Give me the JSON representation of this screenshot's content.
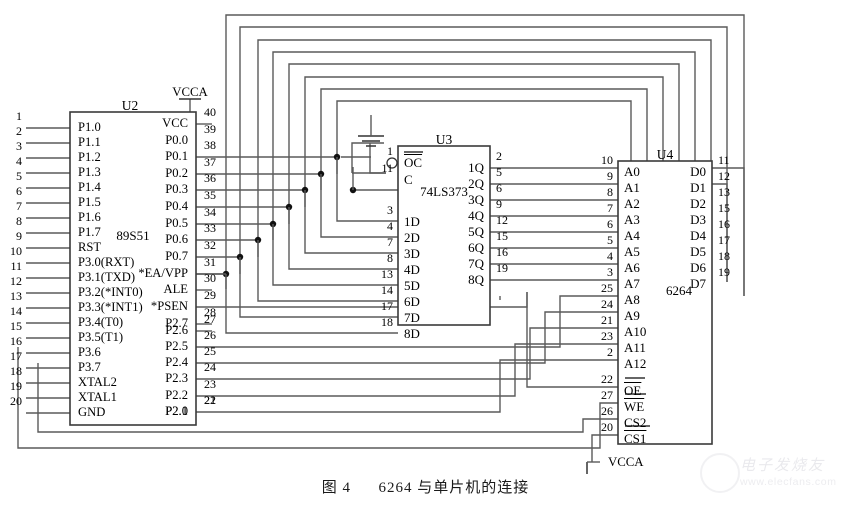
{
  "figure": {
    "caption_number": "图 4",
    "caption_text": "6264 与单片机的连接"
  },
  "supplies": [
    {
      "name": "VCCA",
      "location": "top-u2-vcc"
    },
    {
      "name": "VCCA",
      "location": "bottom-u4-cs1"
    }
  ],
  "watermark": {
    "brand": "电子发烧友",
    "url": "www.elecfans.com"
  },
  "chips": [
    {
      "ref": "U2",
      "part": "89S51",
      "left_pins": [
        {
          "num": "1",
          "label": "P1.0"
        },
        {
          "num": "2",
          "label": "P1.1"
        },
        {
          "num": "3",
          "label": "P1.2"
        },
        {
          "num": "4",
          "label": "P1.3"
        },
        {
          "num": "5",
          "label": "P1.4"
        },
        {
          "num": "6",
          "label": "P1.5"
        },
        {
          "num": "7",
          "label": "P1.6"
        },
        {
          "num": "8",
          "label": "P1.7"
        },
        {
          "num": "9",
          "label": "RST"
        },
        {
          "num": "10",
          "label": "P3.0(RXT)"
        },
        {
          "num": "11",
          "label": "P3.1(TXD)"
        },
        {
          "num": "12",
          "label": "P3.2(*INT0)"
        },
        {
          "num": "13",
          "label": "P3.3(*INT1)"
        },
        {
          "num": "14",
          "label": "P3.4(T0)"
        },
        {
          "num": "15",
          "label": "P3.5(T1)"
        },
        {
          "num": "16",
          "label": "P3.6"
        },
        {
          "num": "17",
          "label": "P3.7"
        },
        {
          "num": "18",
          "label": "XTAL2"
        },
        {
          "num": "19",
          "label": "XTAL1"
        },
        {
          "num": "20",
          "label": "GND"
        }
      ],
      "right_pins": [
        {
          "num": "40",
          "label": "VCC"
        },
        {
          "num": "39",
          "label": "P0.0"
        },
        {
          "num": "38",
          "label": "P0.1"
        },
        {
          "num": "37",
          "label": "P0.2"
        },
        {
          "num": "36",
          "label": "P0.3"
        },
        {
          "num": "35",
          "label": "P0.4"
        },
        {
          "num": "34",
          "label": "P0.5"
        },
        {
          "num": "33",
          "label": "P0.6"
        },
        {
          "num": "32",
          "label": "P0.7"
        },
        {
          "num": "31",
          "label": "*EA/VPP"
        },
        {
          "num": "30",
          "label": "ALE"
        },
        {
          "num": "29",
          "label": "*PSEN"
        },
        {
          "num": "28",
          "label": "P2.7"
        },
        {
          "num": "27",
          "label": "P2.6"
        },
        {
          "num": "26",
          "label": "P2.5"
        },
        {
          "num": "25",
          "label": "P2.4"
        },
        {
          "num": "24",
          "label": "P2.3"
        },
        {
          "num": "23",
          "label": "P2.2"
        },
        {
          "num": "22",
          "label": "P2.1"
        },
        {
          "num": "21",
          "label": "P2.0"
        }
      ]
    },
    {
      "ref": "U3",
      "part": "74LS373",
      "left_pins": [
        {
          "num": "1",
          "label": "OC",
          "overline": true,
          "bubble": true
        },
        {
          "num": "11",
          "label": "C"
        },
        {
          "num": "3",
          "label": "1D"
        },
        {
          "num": "4",
          "label": "2D"
        },
        {
          "num": "7",
          "label": "3D"
        },
        {
          "num": "8",
          "label": "4D"
        },
        {
          "num": "13",
          "label": "5D"
        },
        {
          "num": "14",
          "label": "6D"
        },
        {
          "num": "17",
          "label": "7D"
        },
        {
          "num": "18",
          "label": "8D"
        }
      ],
      "right_pins": [
        {
          "num": "2",
          "label": "1Q"
        },
        {
          "num": "5",
          "label": "2Q"
        },
        {
          "num": "6",
          "label": "3Q"
        },
        {
          "num": "9",
          "label": "4Q"
        },
        {
          "num": "12",
          "label": "5Q"
        },
        {
          "num": "15",
          "label": "6Q"
        },
        {
          "num": "16",
          "label": "7Q"
        },
        {
          "num": "19",
          "label": "8Q"
        }
      ]
    },
    {
      "ref": "U4",
      "part": "6264",
      "left_pins": [
        {
          "num": "10",
          "label": "A0"
        },
        {
          "num": "9",
          "label": "A1"
        },
        {
          "num": "8",
          "label": "A2"
        },
        {
          "num": "7",
          "label": "A3"
        },
        {
          "num": "6",
          "label": "A4"
        },
        {
          "num": "5",
          "label": "A5"
        },
        {
          "num": "4",
          "label": "A6"
        },
        {
          "num": "3",
          "label": "A7"
        },
        {
          "num": "25",
          "label": "A8"
        },
        {
          "num": "24",
          "label": "A9"
        },
        {
          "num": "21",
          "label": "A10"
        },
        {
          "num": "23",
          "label": "A11"
        },
        {
          "num": "2",
          "label": "A12"
        },
        {
          "num": "22",
          "label": "OE",
          "overline": true
        },
        {
          "num": "27",
          "label": "WE",
          "overline": true
        },
        {
          "num": "26",
          "label": "CS2"
        },
        {
          "num": "20",
          "label": "CS1",
          "overline": true
        }
      ],
      "right_pins": [
        {
          "num": "11",
          "label": "D0"
        },
        {
          "num": "12",
          "label": "D1"
        },
        {
          "num": "13",
          "label": "D2"
        },
        {
          "num": "15",
          "label": "D3"
        },
        {
          "num": "16",
          "label": "D4"
        },
        {
          "num": "17",
          "label": "D5"
        },
        {
          "num": "18",
          "label": "D6"
        },
        {
          "num": "19",
          "label": "D7"
        }
      ]
    }
  ]
}
